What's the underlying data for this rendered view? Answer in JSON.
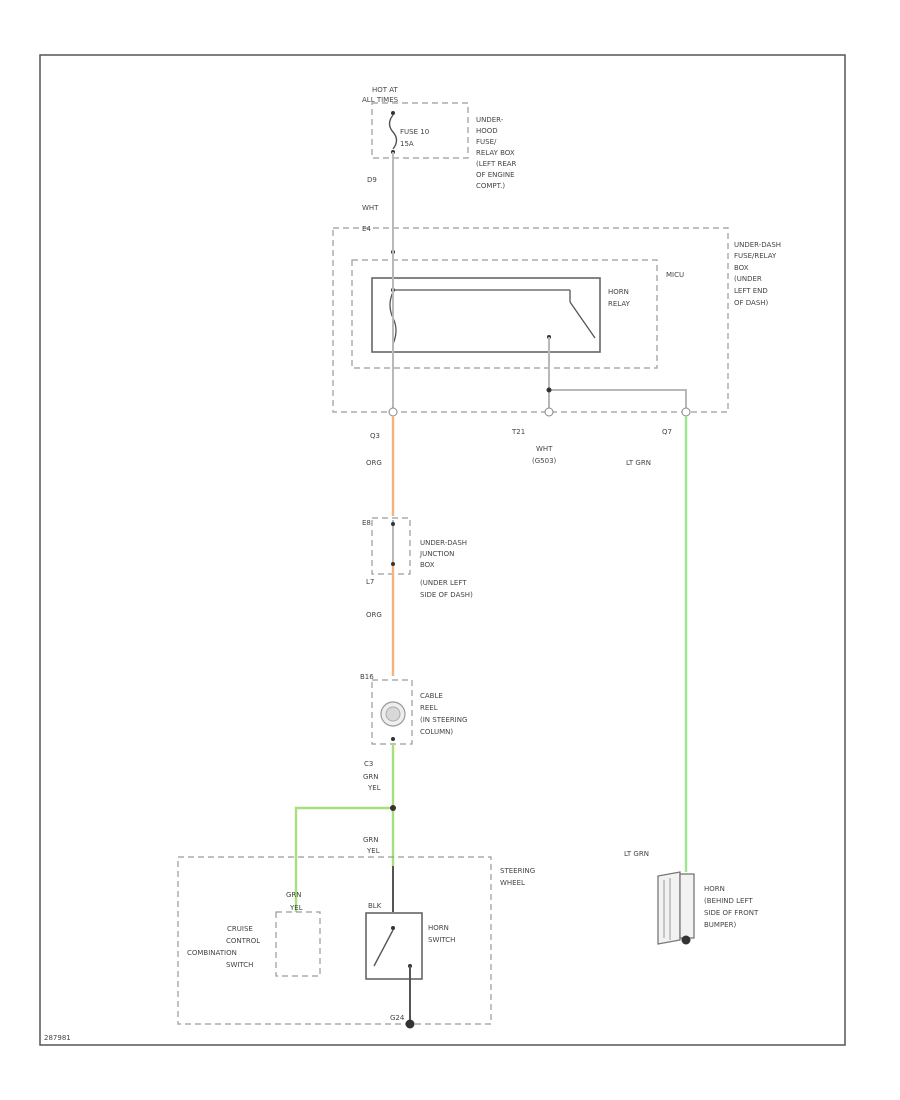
{
  "colors": {
    "org": "#f6b27a",
    "grn_yel": "#a6e07c",
    "lt_grn": "#9be88a",
    "gray": "#b8b8b8"
  },
  "labels": {
    "hot_at": "HOT AT",
    "all_times": "ALL TIMES",
    "fuse_10": "FUSE 10",
    "fuse_amps": "15A",
    "fuse_box": [
      "UNDER-",
      "HOOD",
      "FUSE/",
      "RELAY BOX",
      "(LEFT REAR",
      "OF ENGINE",
      "COMPT.)"
    ],
    "conn_d9": "D9",
    "wire_wht": "WHT",
    "conn_e4": "E4",
    "dash_box": [
      "UNDER-DASH",
      "FUSE/RELAY",
      "BOX",
      "(UNDER",
      "LEFT END",
      "OF DASH)"
    ],
    "micu": "MICU",
    "horn_relay": [
      "HORN",
      "RELAY"
    ],
    "conn_q3": "Q3",
    "wire_org_1": "ORG",
    "conn_t21": "T21",
    "wire_wht_2": "WHT",
    "conn_g503": "(G503)",
    "conn_q7": "Q7",
    "wire_lt_grn_1": "LT GRN",
    "conn_e8": "E8",
    "junction_box": [
      "UNDER-DASH",
      "JUNCTION",
      "BOX",
      "(UNDER LEFT",
      "SIDE OF DASH)"
    ],
    "conn_l7": "L7",
    "wire_org_2": "ORG",
    "conn_b16": "B16",
    "cable_reel": [
      "CABLE",
      "REEL",
      "(IN STEERING",
      "COLUMN)"
    ],
    "conn_c3": "C3",
    "wire_grn": "GRN",
    "wire_yel": "YEL",
    "wire_grn_2": "GRN",
    "wire_yel_2": "YEL",
    "steering_wheel": [
      "STEERING",
      "WHEEL"
    ],
    "wire_grn_3": "GRN",
    "wire_yel_3": "YEL",
    "cruise_switch": [
      "CRUISE",
      "CONTROL",
      "COMBINATION",
      "SWITCH"
    ],
    "wire_blk": "BLK",
    "horn_switch": [
      "HORN",
      "SWITCH"
    ],
    "conn_g": "G24",
    "wire_lt_grn_2": "LT GRN",
    "horn": [
      "HORN",
      "(BEHIND LEFT",
      "SIDE OF FRONT",
      "BUMPER)"
    ],
    "footer_code": "287981"
  }
}
